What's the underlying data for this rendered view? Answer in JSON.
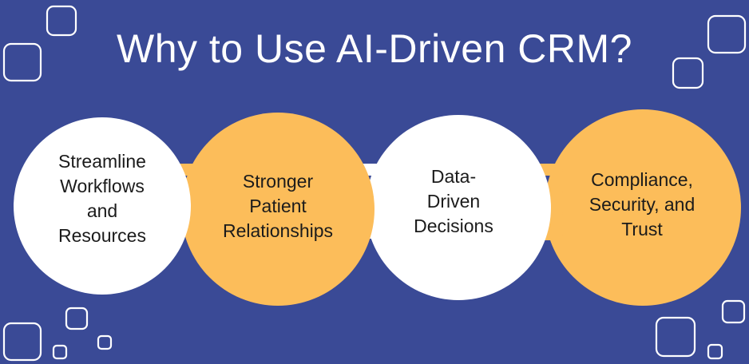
{
  "title": "Why to Use AI-Driven CRM?",
  "colors": {
    "background": "#3a4a96",
    "circle_white": "#ffffff",
    "circle_orange": "#fcbd5a",
    "text": "#1b1b1b"
  },
  "items": [
    {
      "label": "Streamline Workflows and Resources",
      "lines": [
        "Streamline",
        "Workflows",
        "and",
        "Resources"
      ],
      "color": "white"
    },
    {
      "label": "Stronger Patient Relationships",
      "lines": [
        "Stronger",
        "Patient",
        "Relationships"
      ],
      "color": "orange"
    },
    {
      "label": "Data-Driven Decisions",
      "lines": [
        "Data-",
        "Driven",
        "Decisions"
      ],
      "color": "white"
    },
    {
      "label": "Compliance, Security, and Trust",
      "lines": [
        "Compliance,",
        "Security, and",
        "Trust"
      ],
      "color": "orange"
    }
  ]
}
